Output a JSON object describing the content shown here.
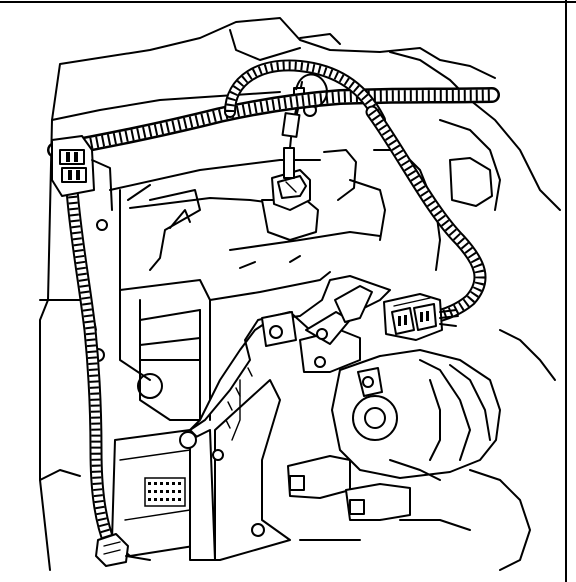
{
  "figure": {
    "subject": "",
    "parts": {
      "engine_block": {
        "icon": "engine-block-outline"
      },
      "upper_wiring_harness": {
        "icon": "corrugated-loom"
      },
      "left_wiring_harness": {
        "icon": "corrugated-loom"
      },
      "sensor_pigtail": {
        "icon": "wire-pigtail"
      },
      "sensor": {
        "icon": "hex-sensor"
      },
      "harness_connector": {
        "icon": "multi-pin-connector"
      },
      "left_connector": {
        "icon": "multi-pin-connector"
      },
      "lower_connector": {
        "icon": "wire-connector"
      },
      "mounting_bracket": {
        "icon": "bracket-with-bolts"
      },
      "alternator": {
        "icon": "alternator-housing"
      },
      "lower_component": {
        "icon": "module-housing"
      }
    }
  }
}
